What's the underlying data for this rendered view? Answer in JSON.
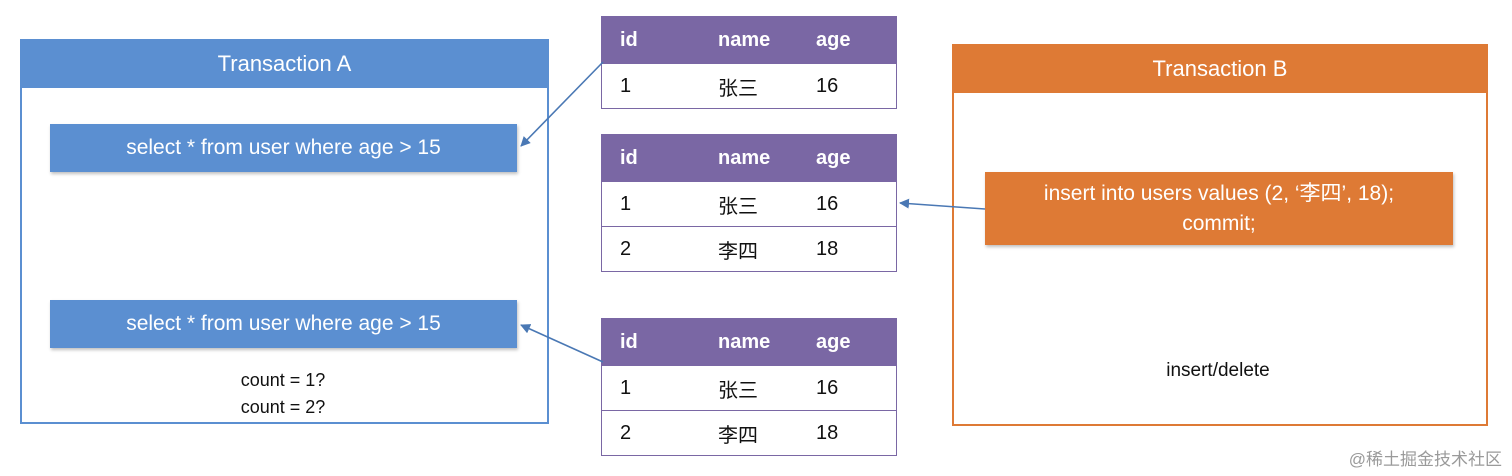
{
  "transaction_a": {
    "title": "Transaction A",
    "query_1": "select * from user where age > 15",
    "query_2": "select * from user where age > 15",
    "count_line_1": "count = 1?",
    "count_line_2": "count = 2?"
  },
  "transaction_b": {
    "title": "Transaction B",
    "insert_line_1": "insert into users values (2, ‘李四’, 18);",
    "insert_line_2": "commit;",
    "op_label": "insert/delete"
  },
  "tables": [
    {
      "headers": [
        "id",
        "name",
        "age"
      ],
      "rows": [
        [
          "1",
          "张三",
          "16"
        ]
      ]
    },
    {
      "headers": [
        "id",
        "name",
        "age"
      ],
      "rows": [
        [
          "1",
          "张三",
          "16"
        ],
        [
          "2",
          "李四",
          "18"
        ]
      ]
    },
    {
      "headers": [
        "id",
        "name",
        "age"
      ],
      "rows": [
        [
          "1",
          "张三",
          "16"
        ],
        [
          "2",
          "李四",
          "18"
        ]
      ]
    }
  ],
  "watermark": "@稀土掘金技术社区",
  "colors": {
    "transaction_a": "#5b8fd1",
    "transaction_b": "#de7a35",
    "table_header": "#7a67a4"
  }
}
